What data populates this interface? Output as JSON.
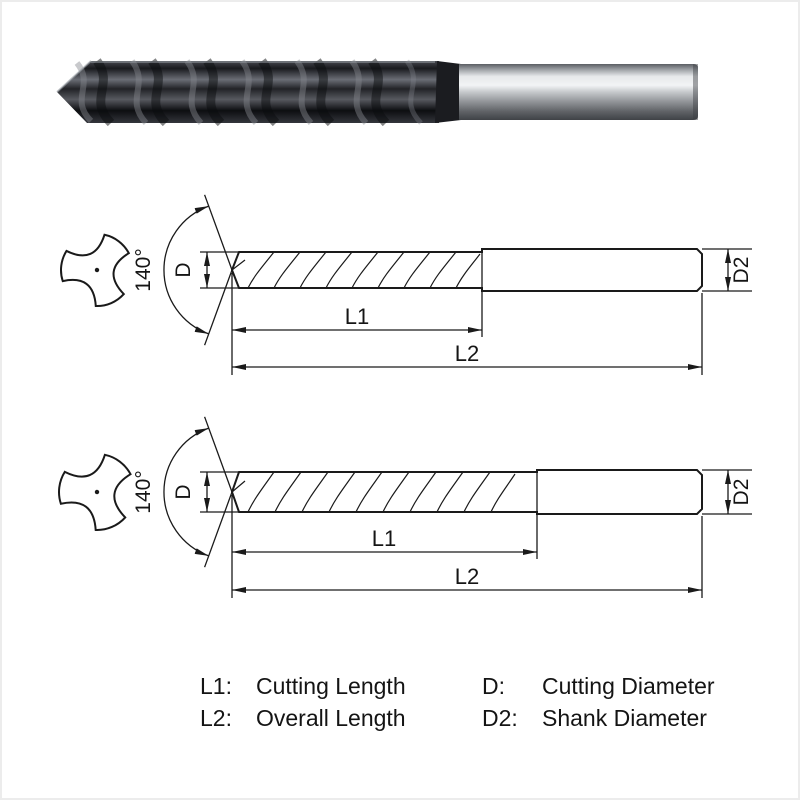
{
  "diagram": {
    "angle": "140°",
    "d": "D",
    "d2": "D2",
    "l1": "L1",
    "l2": "L2"
  },
  "legend": {
    "rows": [
      {
        "k1": "L1:",
        "v1": "Cutting Length",
        "k2": "D:",
        "v2": "Cutting Diameter"
      },
      {
        "k1": "L2:",
        "v1": "Overall Length",
        "k2": "D2:",
        "v2": "Shank Diameter"
      }
    ]
  },
  "colors": {
    "ink": "#1a1a1a",
    "flute_dark": "#191a1e",
    "shank_light": "#f2f4f5"
  }
}
